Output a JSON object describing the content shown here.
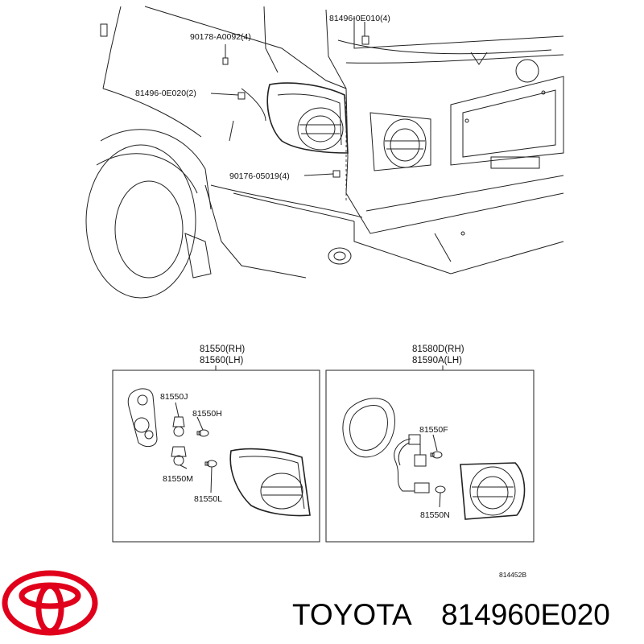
{
  "callouts": {
    "p1": "90178-A0092(4)",
    "p2": "81496-0E010(4)",
    "p3": "81496-0E020(2)",
    "p4": "90176-05019(4)"
  },
  "left_box": {
    "header_rh": "81550(RH)",
    "header_lh": "81560(LH)",
    "labels": [
      "81550J",
      "81550H",
      "81550M",
      "81550L"
    ]
  },
  "right_box": {
    "header_rh": "81580D(RH)",
    "header_lh": "81590A(LH)",
    "labels": [
      "81550F",
      "81550N"
    ]
  },
  "diagram_code": "814452B",
  "footer": {
    "brand": "TOYOTA",
    "part_number": "814960E020",
    "logo_icon": "toyota-logo-icon",
    "logo_color": "#e0001b"
  }
}
